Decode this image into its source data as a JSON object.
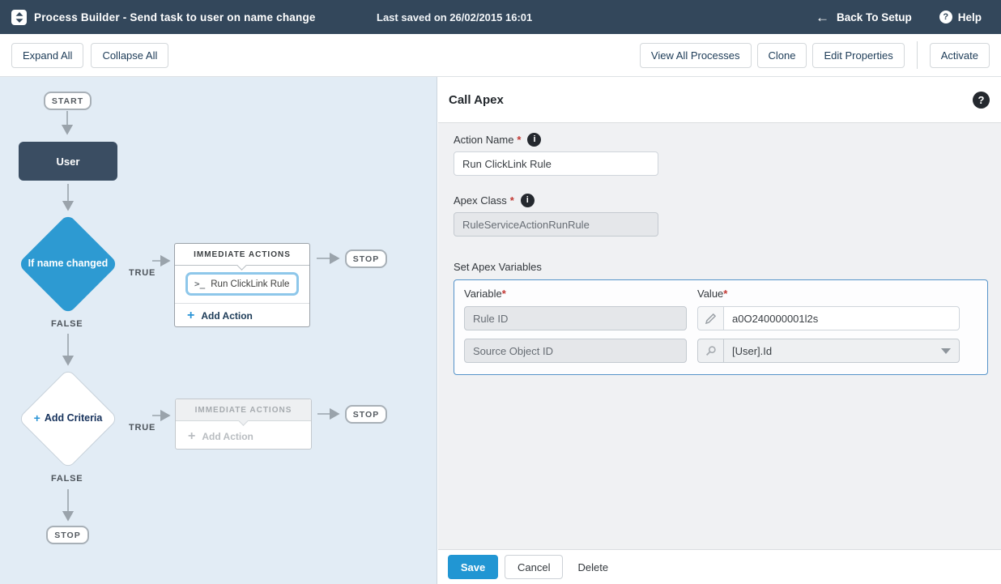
{
  "navbar": {
    "title": "Process Builder - Send task to user on name change",
    "last_saved": "Last saved on 26/02/2015 16:01",
    "back": "Back To Setup",
    "help": "Help"
  },
  "toolbar": {
    "expand_all": "Expand All",
    "collapse_all": "Collapse All",
    "view_all_processes": "View All Processes",
    "clone": "Clone",
    "edit_properties": "Edit Properties",
    "activate": "Activate"
  },
  "canvas": {
    "start_label": "START",
    "stop_label": "STOP",
    "true_label": "TRUE",
    "false_label": "FALSE",
    "object_node": "User",
    "criteria_active": "If name changed",
    "criteria_add": "Add Criteria",
    "immediate_actions_header": "IMMEDIATE ACTIONS",
    "action_item": "Run ClickLink Rule",
    "add_action": "Add Action",
    "plus_glyph": "+",
    "apex_icon_glyph": ">_"
  },
  "panel": {
    "title": "Call Apex",
    "required_marker": "*",
    "action_name_label": "Action Name",
    "action_name_value": "Run ClickLink Rule",
    "apex_class_label": "Apex Class",
    "apex_class_value": "RuleServiceActionRunRule",
    "variables": {
      "section_title": "Set Apex Variables",
      "col_variable": "Variable",
      "col_value": "Value",
      "rows": [
        {
          "variable": "Rule ID",
          "value": "a0O240000001l2s",
          "value_type": "text"
        },
        {
          "variable": "Source Object ID",
          "value": "[User].Id",
          "value_type": "dropdown"
        }
      ]
    },
    "footer": {
      "save": "Save",
      "cancel": "Cancel",
      "delete": "Delete"
    },
    "help_glyph": "?",
    "info_glyph": "i"
  },
  "colors": {
    "navbar_bg": "#33475b",
    "canvas_bg": "#e2ecf5",
    "object_node_bg": "#3a4d62",
    "criteria_diamond_blue": "#2d9ad2",
    "accent_blue": "#2a94d6",
    "save_button_blue": "#2196d3",
    "selected_action_border": "#8ec7ea",
    "variables_box_border": "#5593c9",
    "required_red": "#c23934"
  }
}
